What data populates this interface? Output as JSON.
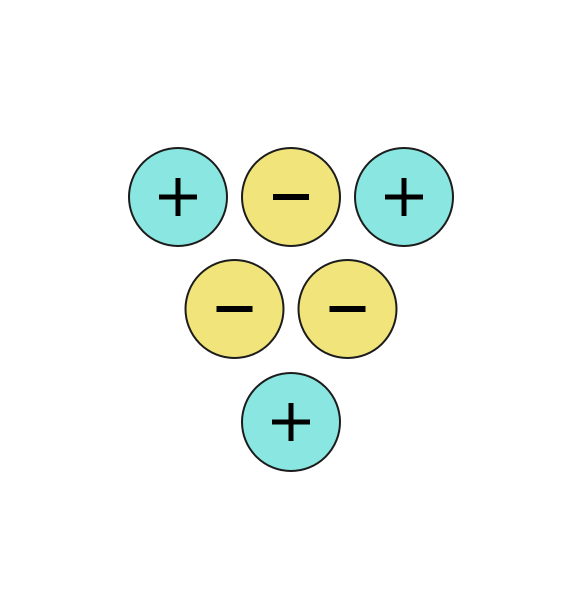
{
  "colors": {
    "positive": "#8ae6e0",
    "negative": "#f0e47a",
    "outline": "#1c1c1c",
    "sign": "#000000"
  },
  "rows": [
    [
      "positive",
      "negative",
      "positive"
    ],
    [
      "negative",
      "negative"
    ],
    [
      "positive"
    ]
  ]
}
